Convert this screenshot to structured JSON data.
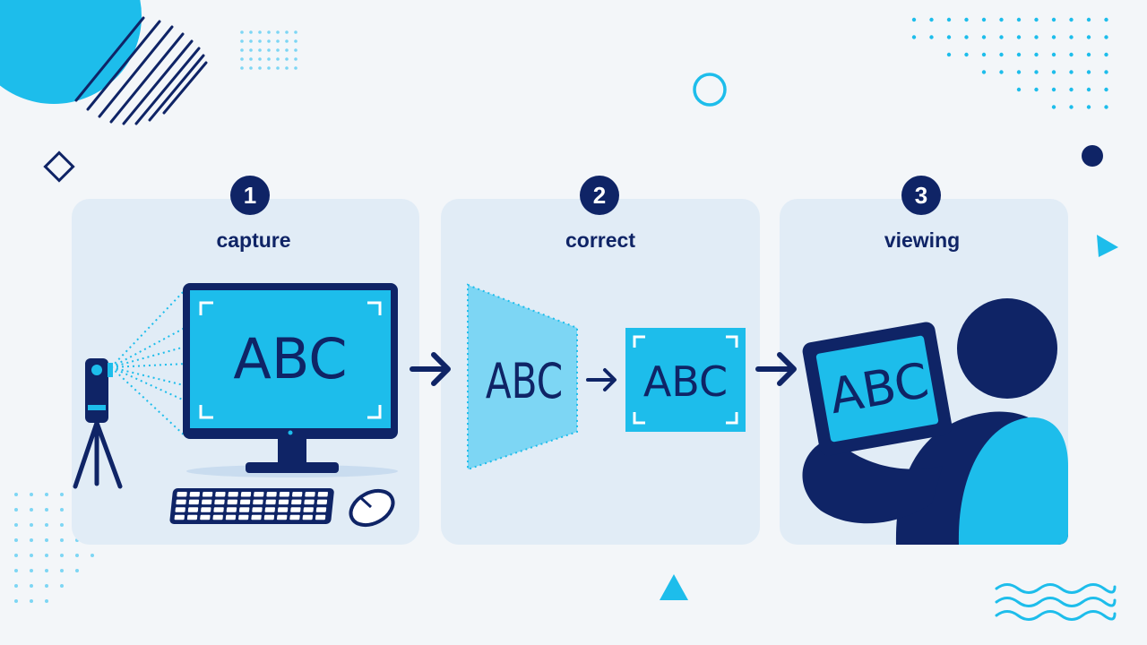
{
  "colors": {
    "background": "#f3f6f9",
    "panel": "#e1ecf6",
    "navy": "#0f2466",
    "cyan": "#1dbdeb",
    "light_cyan": "#7dd6f4"
  },
  "steps": [
    {
      "number": "1",
      "label": "capture",
      "screen_text": "ABC"
    },
    {
      "number": "2",
      "label": "correct",
      "screen_text": "ABC",
      "corrected_text": "ABC"
    },
    {
      "number": "3",
      "label": "viewing",
      "screen_text": "ABC"
    }
  ],
  "icons": {
    "camera": "camera-on-tripod-icon",
    "monitor": "monitor-icon",
    "keyboard": "keyboard-icon",
    "mouse": "mouse-icon",
    "arrow": "arrow-right-icon",
    "person": "person-icon",
    "tablet": "tablet-icon"
  }
}
